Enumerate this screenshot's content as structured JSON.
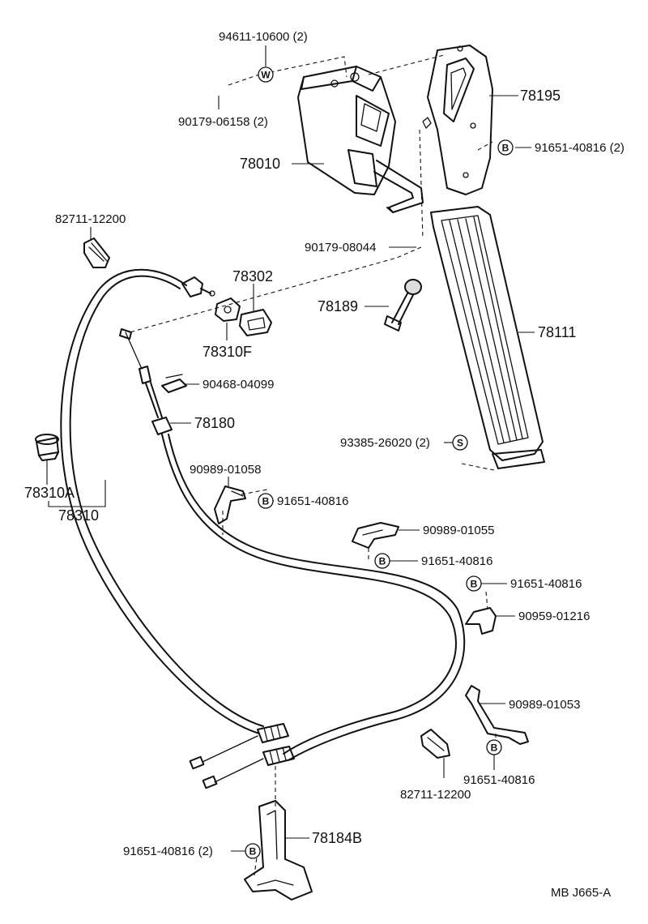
{
  "diagram": {
    "parts": {
      "p94611": "94611-10600 (2)",
      "p90179a": "90179-06158 (2)",
      "p78195": "78195",
      "p91651a": "91651-40816 (2)",
      "p78010": "78010",
      "p82711a": "82711-12200",
      "p90179b": "90179-08044",
      "p78302": "78302",
      "p78189": "78189",
      "p78310F": "78310F",
      "p78111": "78111",
      "p90468": "90468-04099",
      "p78180": "78180",
      "p93385": "93385-26020 (2)",
      "p78310A": "78310A",
      "p78310": "78310",
      "p90989a": "90989-01058",
      "p91651b": "91651-40816",
      "p90989b": "90989-01055",
      "p91651c": "91651-40816",
      "p91651d": "91651-40816",
      "p90959": "90959-01216",
      "p90989c": "90989-01053",
      "p82711b": "82711-12200",
      "p91651e": "91651-40816",
      "p78184B": "78184B",
      "p91651f": "91651-40816 (2)"
    },
    "refs": {
      "W": "W",
      "B": "B",
      "S": "S"
    },
    "footer_code": "MB  J665-A"
  }
}
